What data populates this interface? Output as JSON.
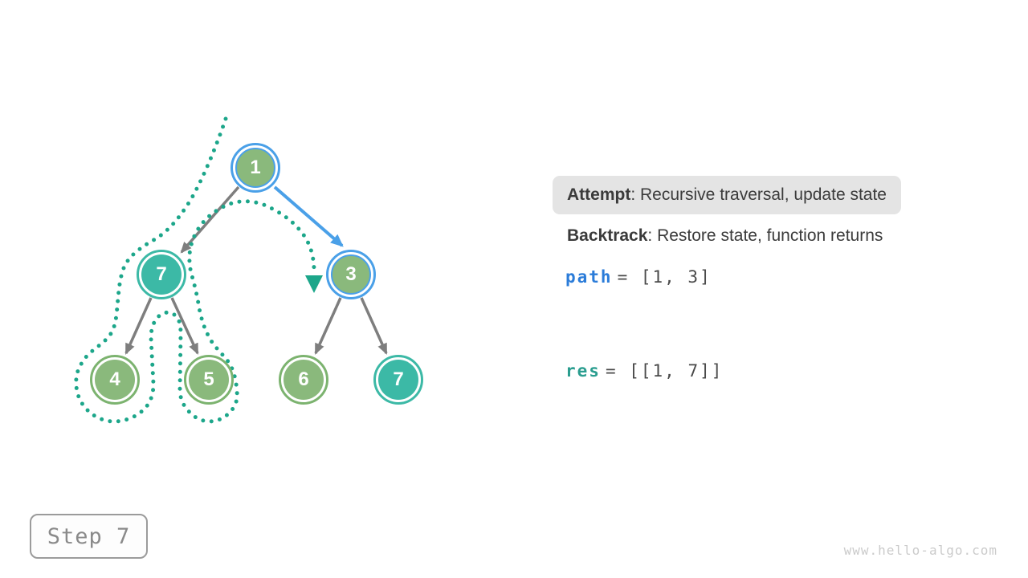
{
  "page": {
    "watermark": "www.hello-algo.com",
    "background_color": "#ffffff"
  },
  "step_indicator": {
    "label": "Step 7"
  },
  "panel": {
    "attempt": {
      "label": "Attempt",
      "text": ": Recursive traversal, update state"
    },
    "backtrack": {
      "label": "Backtrack",
      "text": ": Restore state, function returns"
    },
    "path_var": {
      "name": "path",
      "value": "= [1, 3]",
      "name_color": "#2b7cd9"
    },
    "res_var": {
      "name": "res",
      "value": "= [[1, 7]]",
      "name_color": "#2a9d8f"
    }
  },
  "tree": {
    "nodes": [
      {
        "value": "1",
        "fill_color": "#8ab97c",
        "ring_color": "#4aa0e8",
        "state": "on-current-path"
      },
      {
        "value": "7",
        "fill_color": "#3cb9a6",
        "ring_color": "#3cb9a6",
        "state": "in-result"
      },
      {
        "value": "3",
        "fill_color": "#8ab97c",
        "ring_color": "#4aa0e8",
        "state": "on-current-path"
      },
      {
        "value": "4",
        "fill_color": "#8ab97c",
        "ring_color": "#7cb36f",
        "state": "visited"
      },
      {
        "value": "5",
        "fill_color": "#8ab97c",
        "ring_color": "#7cb36f",
        "state": "visited"
      },
      {
        "value": "6",
        "fill_color": "#8ab97c",
        "ring_color": "#7cb36f",
        "state": "unvisited"
      },
      {
        "value": "7",
        "fill_color": "#3cb9a6",
        "ring_color": "#3cb9a6",
        "state": "in-result"
      }
    ],
    "edges": [
      {
        "from": "1",
        "to": "7",
        "color": "#7e7e7e"
      },
      {
        "from": "1",
        "to": "3",
        "color": "#4aa0e8",
        "highlighted": true
      },
      {
        "from": "7",
        "to": "4",
        "color": "#7e7e7e"
      },
      {
        "from": "7",
        "to": "5",
        "color": "#7e7e7e"
      },
      {
        "from": "3",
        "to": "6",
        "color": "#7e7e7e"
      },
      {
        "from": "3",
        "to": "7",
        "color": "#7e7e7e"
      }
    ],
    "dotted_traversal": {
      "color": "#1ca68a",
      "arrow_points_at_node": "3",
      "wraps_around_nodes": [
        "1",
        "7",
        "4",
        "5"
      ]
    }
  }
}
